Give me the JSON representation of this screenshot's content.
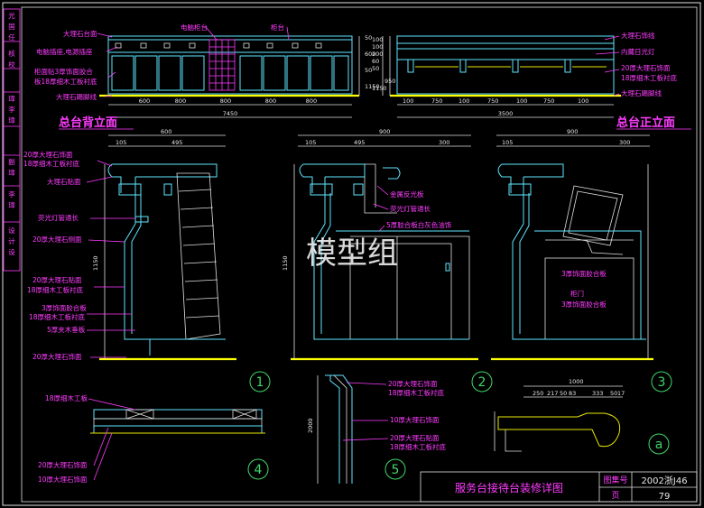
{
  "side_tabs": [
    "设",
    "计",
    "李",
    "璋",
    "副",
    "李",
    "璋",
    "校",
    "核",
    "任",
    "国",
    "光"
  ],
  "back_elevation": {
    "title": "总台背立面",
    "labels": {
      "marble_top": "大理石台面",
      "computer_cabinet": "电脑柜台",
      "cabinet": "柜台",
      "sockets": "电脑插座,电源插座",
      "cabinet_face_1": "柜面贴3厚饰面胶合",
      "cabinet_face_2": "板18厚细木工板衬底",
      "marble_skirting": "大理石踢脚线"
    },
    "dims_bottom": [
      "600",
      "800",
      "800",
      "800",
      "800"
    ],
    "dim_total": "7450",
    "dims_left": [
      "50",
      "600",
      "50",
      "1150"
    ]
  },
  "front_elevation": {
    "title": "总台正立面",
    "labels": {
      "marble_line": "大理石饰线",
      "hidden_light": "内藏日光灯",
      "marble_face_1": "20厚大理石饰面",
      "marble_face_2": "18厚细木工板衬底",
      "marble_skirting": "大理石踢脚线"
    },
    "dims_bottom": [
      "100",
      "750",
      "100",
      "750",
      "100",
      "750",
      "100"
    ],
    "dim_total": "3500",
    "dims_left": [
      "100",
      "100",
      "200",
      "60",
      "50",
      "950",
      "1150"
    ]
  },
  "section_1": {
    "dims_top": [
      "600",
      "105",
      "495"
    ],
    "labels": {
      "l1a": "20厚大理石饰面",
      "l1b": "18厚细木工板衬底",
      "l2": "大理石贴面",
      "l3": "荧光灯管通长",
      "l4": "20厚大理石侧面",
      "l5a": "20厚大理石贴面",
      "l5b": "18厚细木工板衬底",
      "l6a": "3厚饰面胶合板",
      "l6b": "18厚细木工板衬底",
      "l7": "5厚夹木垂板",
      "l8": "20厚大理石饰面"
    },
    "dim_side": "1150",
    "marker": "1"
  },
  "section_2": {
    "dims_top": [
      "900",
      "105",
      "495",
      "300"
    ],
    "labels": {
      "l1": "金属反光板",
      "l2": "荧光灯管通长",
      "l3": "5厚胶合板白灰色油饰"
    },
    "dim_side": "1150",
    "marker": "2"
  },
  "section_3": {
    "dims_top": [
      "900",
      "105",
      "300"
    ],
    "labels": {
      "l1": "3厚饰面胶合板",
      "l2": "柜门",
      "l3": "3厚饰面胶合板"
    },
    "marker": "3"
  },
  "detail_4": {
    "labels": {
      "l1": "18厚细木工板",
      "l2": "20厚大理石饰面",
      "l3": "10厚大理石饰面"
    },
    "marker": "4"
  },
  "detail_5": {
    "labels": {
      "l1a": "20厚大理石饰面",
      "l1b": "18厚细木工板衬底",
      "l2": "10厚大理石饰面",
      "l3a": "20厚大理石贴面",
      "l3b": "18厚细木工板衬底"
    },
    "dim_side": "2000",
    "marker": "5"
  },
  "detail_a": {
    "dim_top": "1000",
    "dims_sub": [
      "250",
      "217",
      "50",
      "83",
      "333",
      "50",
      "17"
    ],
    "marker": "a"
  },
  "watermark": "模型组",
  "title_block": {
    "drawing_title": "服务台接待台装修详图",
    "atlas_label": "图集号",
    "atlas_value": "2002浙J46",
    "page_label": "页",
    "page_value": "79"
  }
}
